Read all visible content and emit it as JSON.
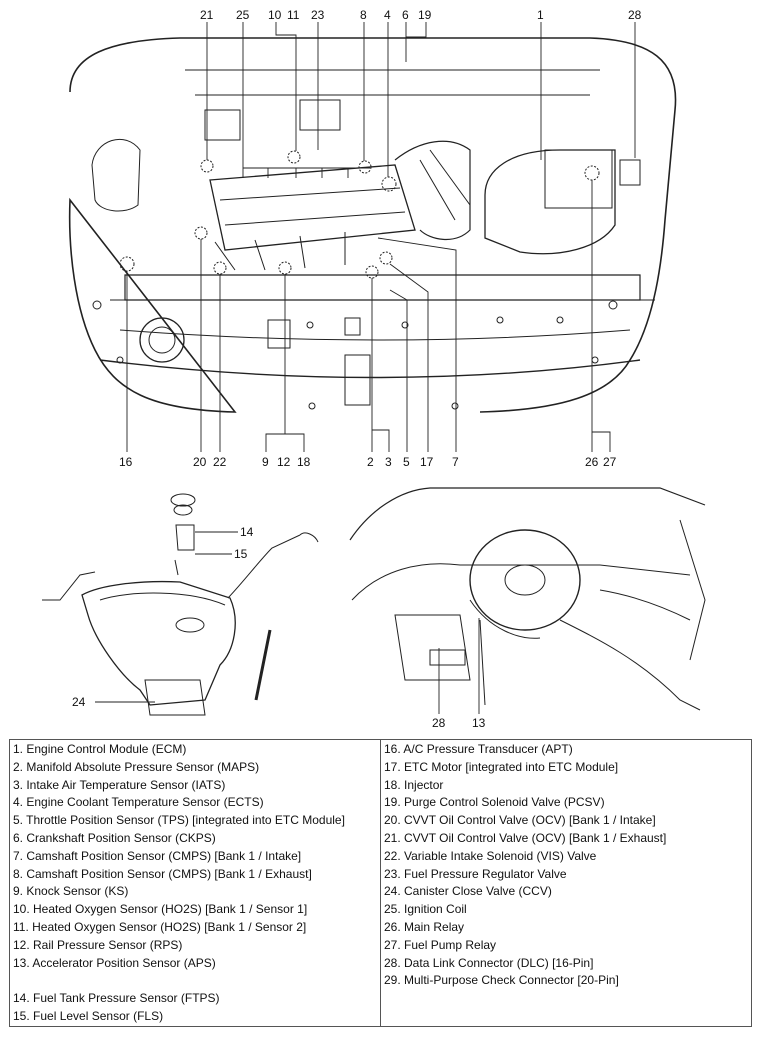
{
  "callouts": {
    "top": [
      "21",
      "25",
      "10",
      "11",
      "23",
      "8",
      "4",
      "6",
      "19",
      "1",
      "28"
    ],
    "bottom": [
      "16",
      "20",
      "22",
      "9",
      "12",
      "18",
      "2",
      "3",
      "5",
      "17",
      "7",
      "26",
      "27"
    ],
    "fuel_tank": [
      "14",
      "15",
      "24"
    ],
    "interior": [
      "28",
      "13"
    ]
  },
  "legend": {
    "left": [
      "1. Engine Control Module (ECM)",
      "2. Manifold Absolute Pressure Sensor (MAPS)",
      "3. Intake Air Temperature Sensor (IATS)",
      "4. Engine Coolant Temperature Sensor (ECTS)",
      "5. Throttle Position Sensor (TPS) [integrated into ETC Module]",
      "6. Crankshaft Position Sensor (CKPS)",
      "7. Camshaft Position Sensor (CMPS) [Bank 1 / Intake]",
      "8. Camshaft Position Sensor (CMPS) [Bank 1 / Exhaust]",
      "9. Knock Sensor (KS)",
      "10. Heated Oxygen Sensor (HO2S) [Bank 1 / Sensor 1]",
      "11. Heated Oxygen Sensor (HO2S) [Bank 1 / Sensor 2]",
      "12. Rail Pressure Sensor (RPS)",
      "13. Accelerator Position Sensor (APS)",
      "",
      "14. Fuel Tank Pressure Sensor (FTPS)",
      "15. Fuel Level Sensor (FLS)"
    ],
    "right": [
      "16. A/C Pressure Transducer (APT)",
      "17. ETC Motor [integrated into ETC Module]",
      "18. Injector",
      "19. Purge Control Solenoid Valve (PCSV)",
      "20. CVVT Oil Control Valve (OCV) [Bank 1 / Intake]",
      "21. CVVT Oil Control Valve (OCV) [Bank 1 / Exhaust]",
      "22. Variable Intake Solenoid (VIS) Valve",
      "23. Fuel Pressure Regulator Valve",
      "24. Canister Close Valve (CCV)",
      "25. Ignition Coil",
      "26. Main Relay",
      "27. Fuel Pump Relay",
      "28. Data Link Connector (DLC) [16-Pin]",
      "29. Multi-Purpose Check Connector [20-Pin]"
    ]
  }
}
